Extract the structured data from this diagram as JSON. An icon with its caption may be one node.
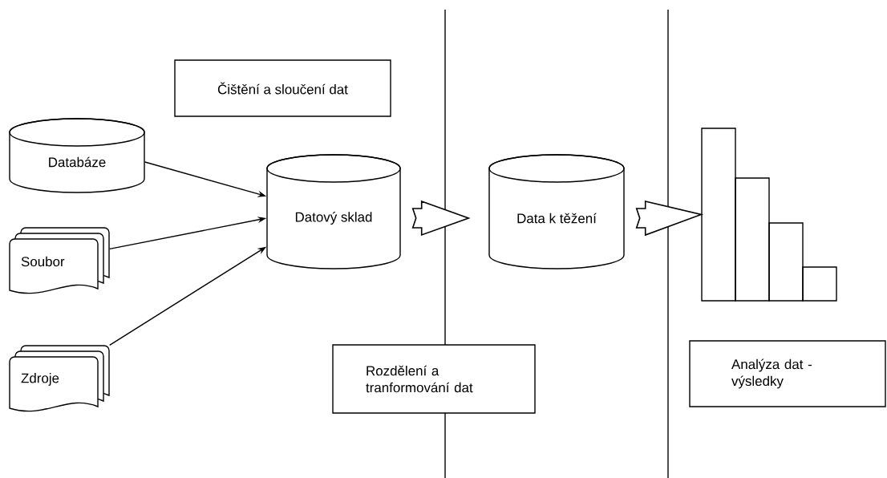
{
  "diagram": {
    "nodes": [
      {
        "text": [
          "Čištění a sloučení dat"
        ]
      },
      {
        "text": [
          "Databáze"
        ]
      },
      {
        "text": [
          "Soubor"
        ]
      },
      {
        "text": [
          "Zdroje"
        ]
      },
      {
        "text": [
          "Datový sklad"
        ]
      },
      {
        "text": [
          "Data k těžení"
        ]
      },
      {
        "text": [],
        "shape": "picture"
      },
      {
        "text": [
          "Rozdělení a tranformování dat"
        ]
      },
      {
        "text": [
          "Analýza dat - výsledky"
        ]
      }
    ],
    "edges": [
      {
        "from": 1,
        "to": 4,
        "arrow": "to"
      },
      {
        "from": 2,
        "to": 4,
        "arrow": "to"
      },
      {
        "from": 3,
        "to": 4,
        "arrow": "to"
      },
      {
        "from": 4,
        "to": 5,
        "arrow": "to"
      },
      {
        "from": 5,
        "to": 6,
        "arrow": "to"
      }
    ]
  }
}
